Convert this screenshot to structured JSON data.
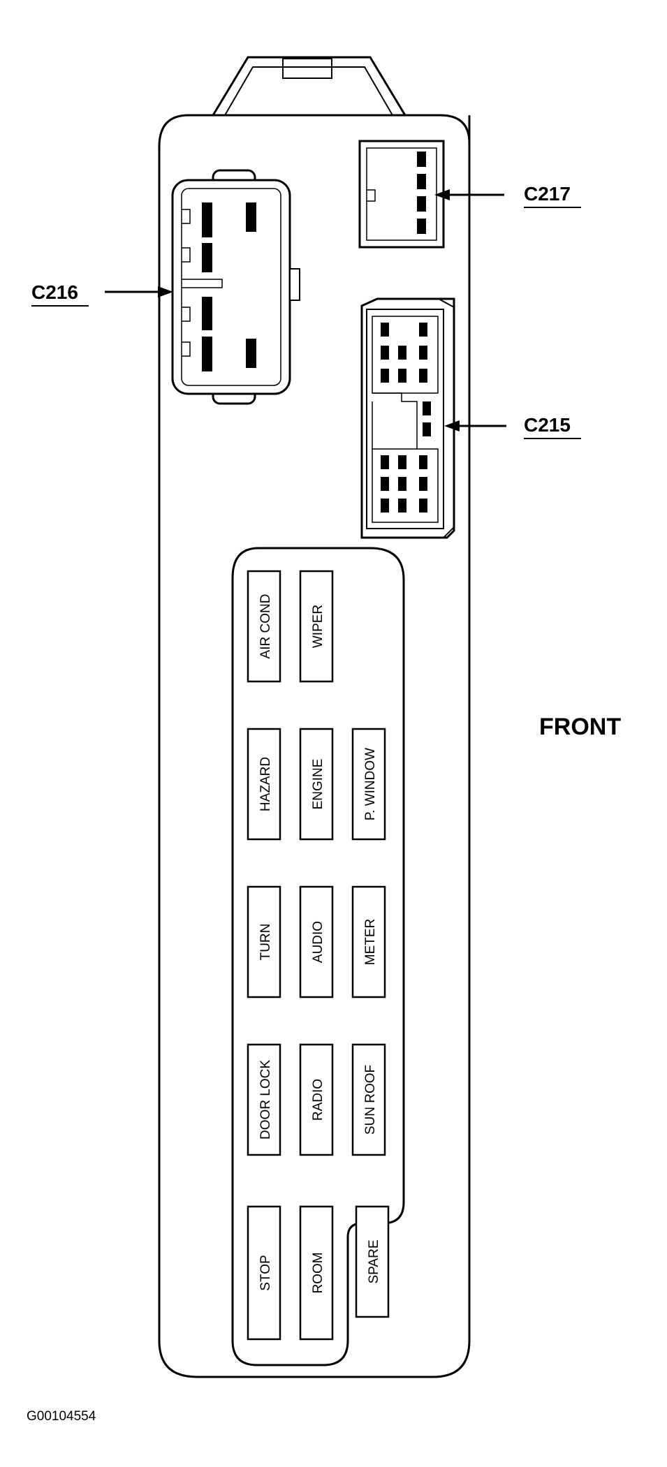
{
  "connectors": {
    "c216": "C216",
    "c217": "C217",
    "c215": "C215"
  },
  "front_label": "FRONT",
  "image_code": "G00104554",
  "fuses": {
    "air_cond": "AIR COND",
    "wiper": "WIPER",
    "hazard": "HAZARD",
    "engine": "ENGINE",
    "p_window": "P. WINDOW",
    "turn": "TURN",
    "audio": "AUDIO",
    "meter": "METER",
    "door_lock": "DOOR LOCK",
    "radio": "RADIO",
    "sun_roof": "SUN ROOF",
    "stop": "STOP",
    "room": "ROOM",
    "spare": "SPARE"
  }
}
